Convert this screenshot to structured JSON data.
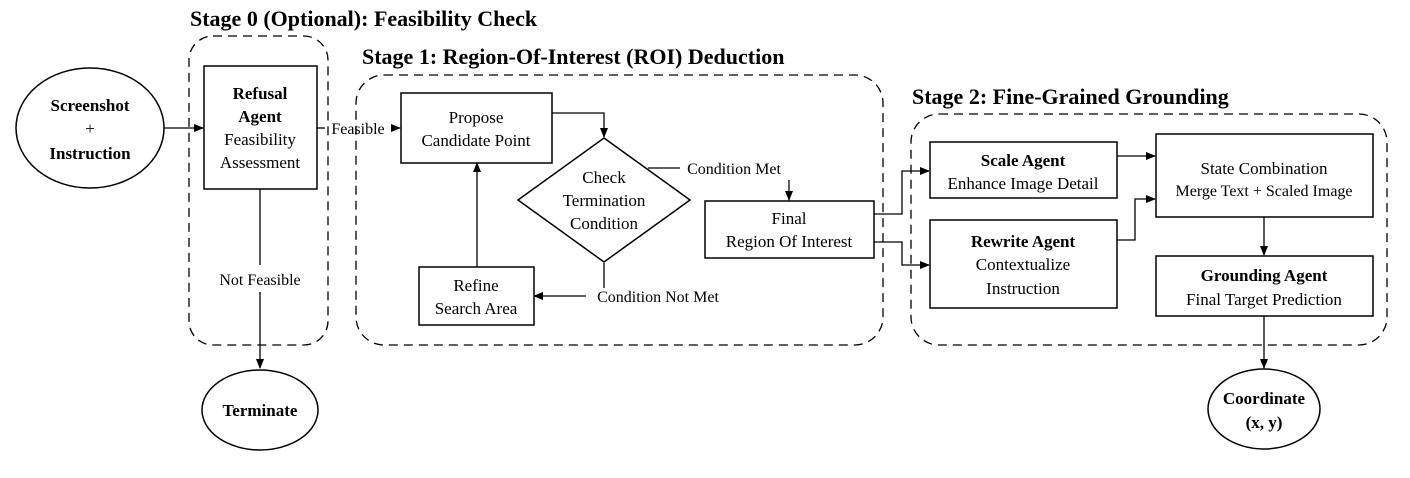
{
  "stages": {
    "stage0_title": "Stage 0 (Optional): Feasibility Check",
    "stage1_title": "Stage 1: Region-Of-Interest (ROI) Deduction",
    "stage2_title": "Stage 2: Fine-Grained Grounding"
  },
  "nodes": {
    "input": {
      "line1": "Screenshot",
      "line2": "+",
      "line3": "Instruction"
    },
    "refusal": {
      "line1": "Refusal",
      "line2": "Agent",
      "line3": "Feasibility",
      "line4": "Assessment"
    },
    "terminate": {
      "label": "Terminate"
    },
    "propose": {
      "line1": "Propose",
      "line2": "Candidate Point"
    },
    "check": {
      "line1": "Check",
      "line2": "Termination",
      "line3": "Condition"
    },
    "refine": {
      "line1": "Refine",
      "line2": "Search Area"
    },
    "final_roi": {
      "line1": "Final",
      "line2": "Region Of Interest"
    },
    "scale": {
      "title": "Scale Agent",
      "desc": "Enhance Image Detail"
    },
    "rewrite": {
      "title": "Rewrite Agent",
      "desc1": "Contextualize",
      "desc2": "Instruction"
    },
    "state": {
      "line1": "State Combination",
      "line2": "Merge Text + Scaled Image"
    },
    "grounding": {
      "title": "Grounding Agent",
      "desc": "Final Target Prediction"
    },
    "coordinate": {
      "line1": "Coordinate",
      "line2": "(x, y)"
    }
  },
  "edge_labels": {
    "feasible": "Feasible",
    "not_feasible": "Not Feasible",
    "condition_met": "Condition Met",
    "condition_not_met": "Condition Not Met"
  }
}
